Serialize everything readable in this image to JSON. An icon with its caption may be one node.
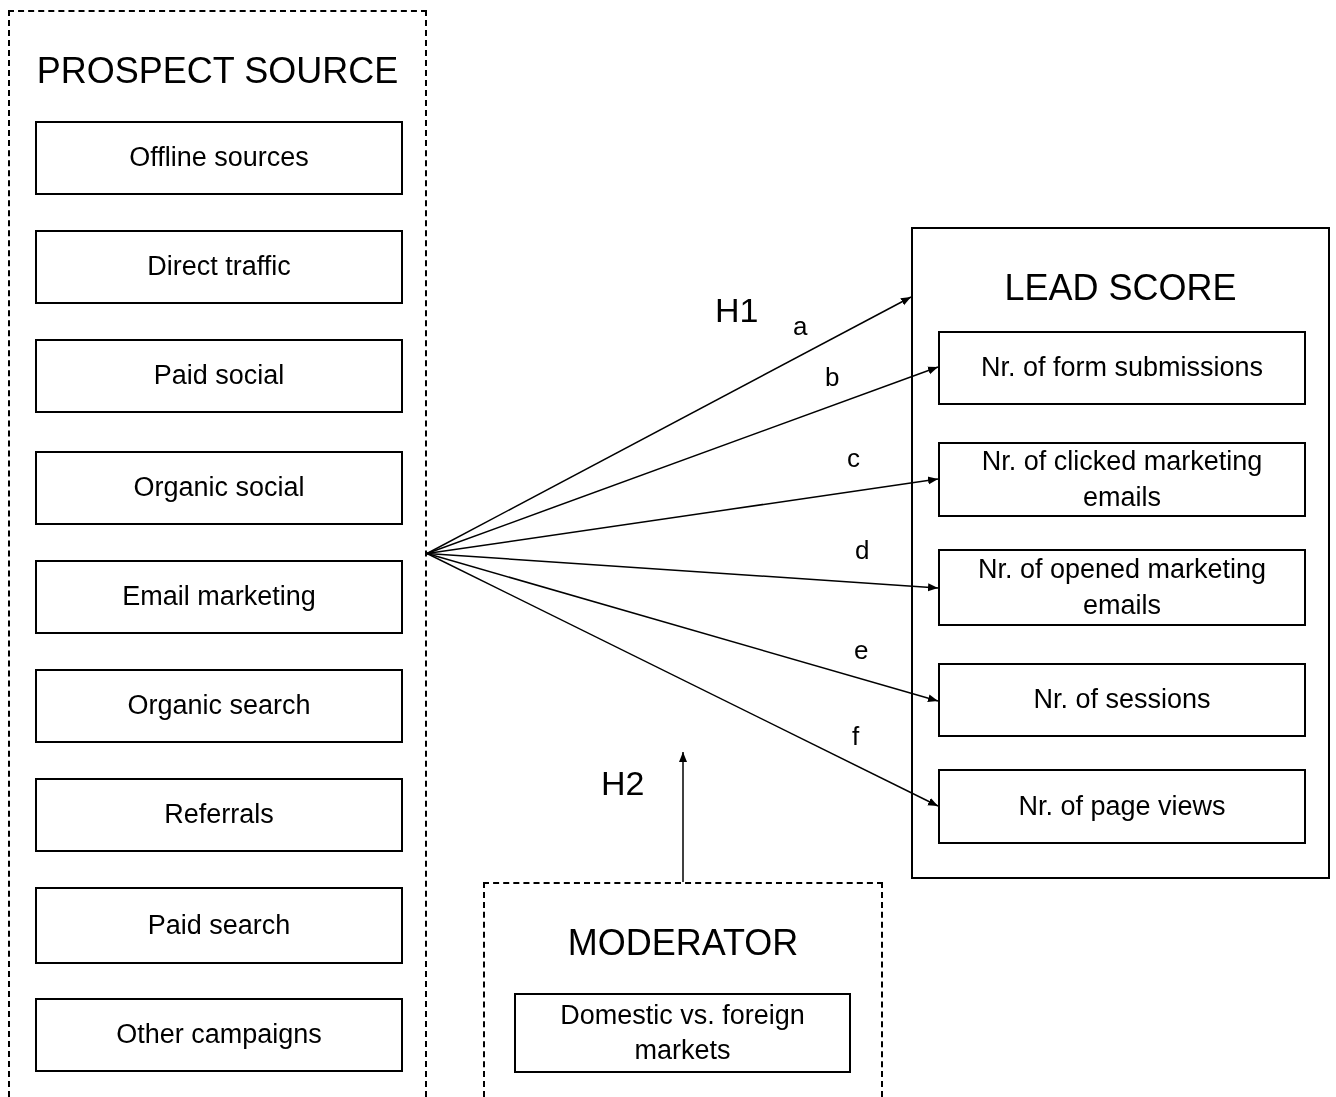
{
  "diagram": {
    "nodes": [
      {
        "text": [
          "PROSPECT SOURCE"
        ]
      },
      {
        "text": [
          "Offline sources"
        ],
        "in": 0
      },
      {
        "text": [
          "Direct traffic"
        ],
        "in": 0
      },
      {
        "text": [
          "Paid social"
        ],
        "in": 0
      },
      {
        "text": [
          "Organic social"
        ],
        "in": 0
      },
      {
        "text": [
          "Email marketing"
        ],
        "in": 0
      },
      {
        "text": [
          "Organic search"
        ],
        "in": 0
      },
      {
        "text": [
          "Referrals"
        ],
        "in": 0
      },
      {
        "text": [
          "Paid search"
        ],
        "in": 0
      },
      {
        "text": [
          "Other campaigns"
        ],
        "in": 0
      },
      {
        "text": [
          "LEAD SCORE"
        ]
      },
      {
        "text": [
          "Nr. of form submissions"
        ],
        "in": 10
      },
      {
        "text": [
          "Nr. of clicked marketing emails"
        ],
        "in": 10
      },
      {
        "text": [
          "Nr. of opened marketing emails"
        ],
        "in": 10
      },
      {
        "text": [
          "Nr. of sessions"
        ],
        "in": 10
      },
      {
        "text": [
          "Nr. of page views"
        ],
        "in": 10
      },
      {
        "text": [
          "MODERATOR"
        ]
      },
      {
        "text": [
          "Domestic vs. foreign markets"
        ],
        "in": 16
      }
    ],
    "edges": [
      {
        "from": 0,
        "to": 10,
        "arrow": "to",
        "label": "a"
      },
      {
        "from": 0,
        "to": 11,
        "arrow": "to",
        "label": "b"
      },
      {
        "from": 0,
        "to": 12,
        "arrow": "to",
        "label": "c"
      },
      {
        "from": 0,
        "to": 13,
        "arrow": "to",
        "label": "d"
      },
      {
        "from": 0,
        "to": 14,
        "arrow": "to",
        "label": "e"
      },
      {
        "from": 0,
        "to": 15,
        "arrow": "to",
        "label": "f"
      },
      {
        "from": 16,
        "to": null,
        "arrow": "to"
      }
    ],
    "labels": [
      "H1",
      "H2"
    ]
  }
}
